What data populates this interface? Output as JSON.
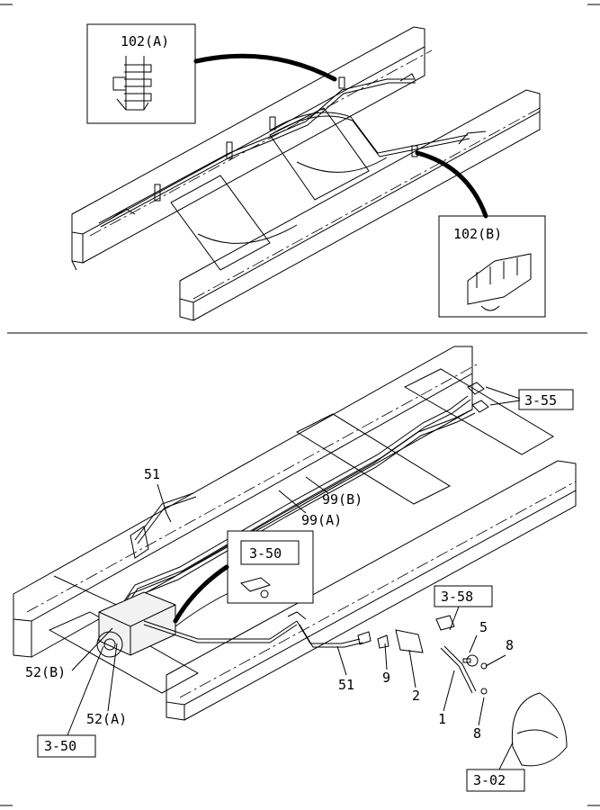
{
  "top": {
    "inset_a": "102(A)",
    "inset_b": "102(B)"
  },
  "bottom": {
    "ref_355": "3-55",
    "ref_350_inset": "3-50",
    "ref_358": "3-58",
    "ref_350": "3-50",
    "ref_302": "3-02",
    "callouts": {
      "c51_top": "51",
      "c99b": "99(B)",
      "c99a": "99(A)",
      "c52b": "52(B)",
      "c52a": "52(A)",
      "c51_bottom": "51",
      "c9": "9",
      "c2": "2",
      "c1": "1",
      "c5": "5",
      "c8_top": "8",
      "c8_bottom": "8"
    }
  }
}
